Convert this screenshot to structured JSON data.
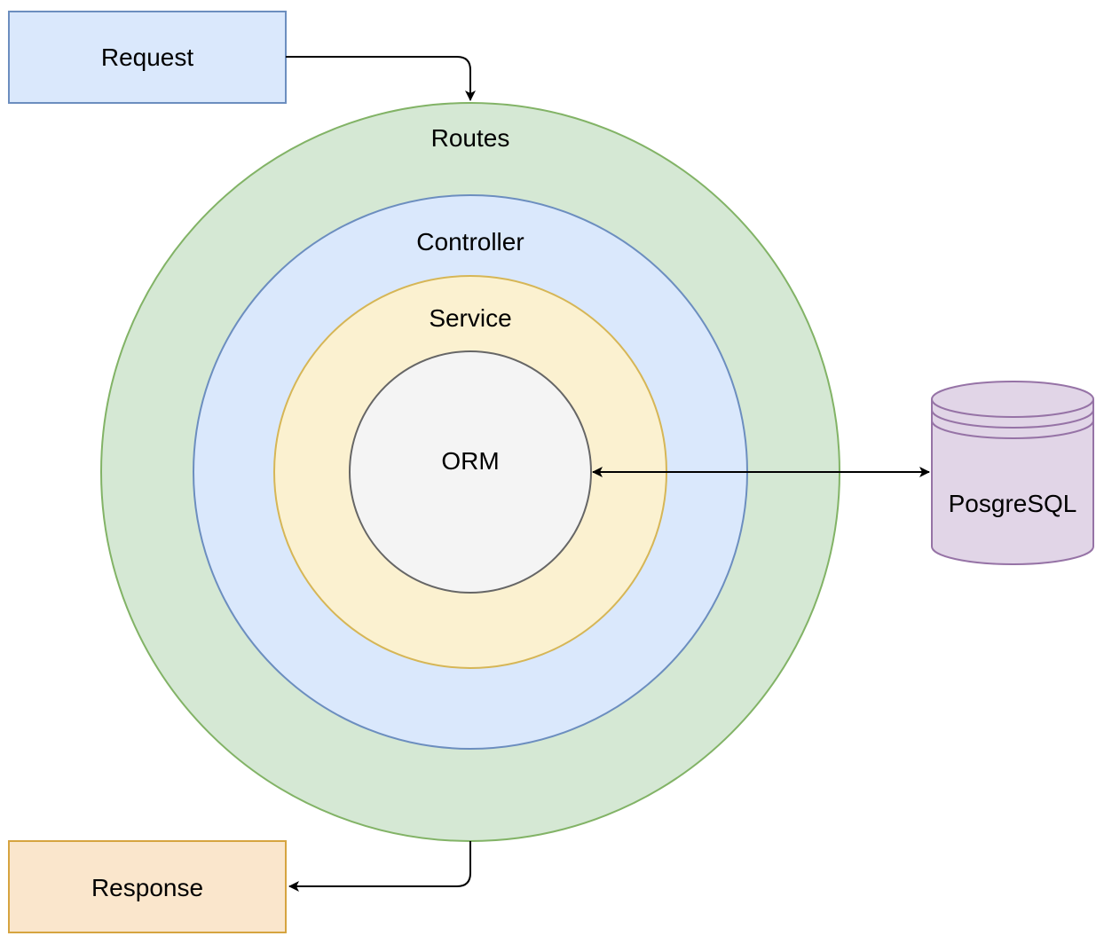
{
  "diagram": {
    "nodes": {
      "request": {
        "label": "Request",
        "fill": "#dae8fc",
        "stroke": "#6c8ebf"
      },
      "response": {
        "label": "Response",
        "fill": "#fae6cc",
        "stroke": "#d6a440"
      },
      "routes": {
        "label": "Routes",
        "fill": "#d5e8d4",
        "stroke": "#82b366"
      },
      "controller": {
        "label": "Controller",
        "fill": "#dae8fc",
        "stroke": "#6c8ebf"
      },
      "service": {
        "label": "Service",
        "fill": "#fbf1d0",
        "stroke": "#d6b656"
      },
      "orm": {
        "label": "ORM",
        "fill": "#f4f4f4",
        "stroke": "#666666"
      },
      "database": {
        "label": "PosgreSQL",
        "fill": "#e1d5e7",
        "stroke": "#9673a6"
      }
    },
    "edges": [
      {
        "from": "Request",
        "to": "Routes",
        "direction": "forward"
      },
      {
        "from": "Routes",
        "to": "Response",
        "direction": "forward"
      },
      {
        "from": "ORM",
        "to": "PosgreSQL",
        "direction": "both"
      }
    ]
  }
}
